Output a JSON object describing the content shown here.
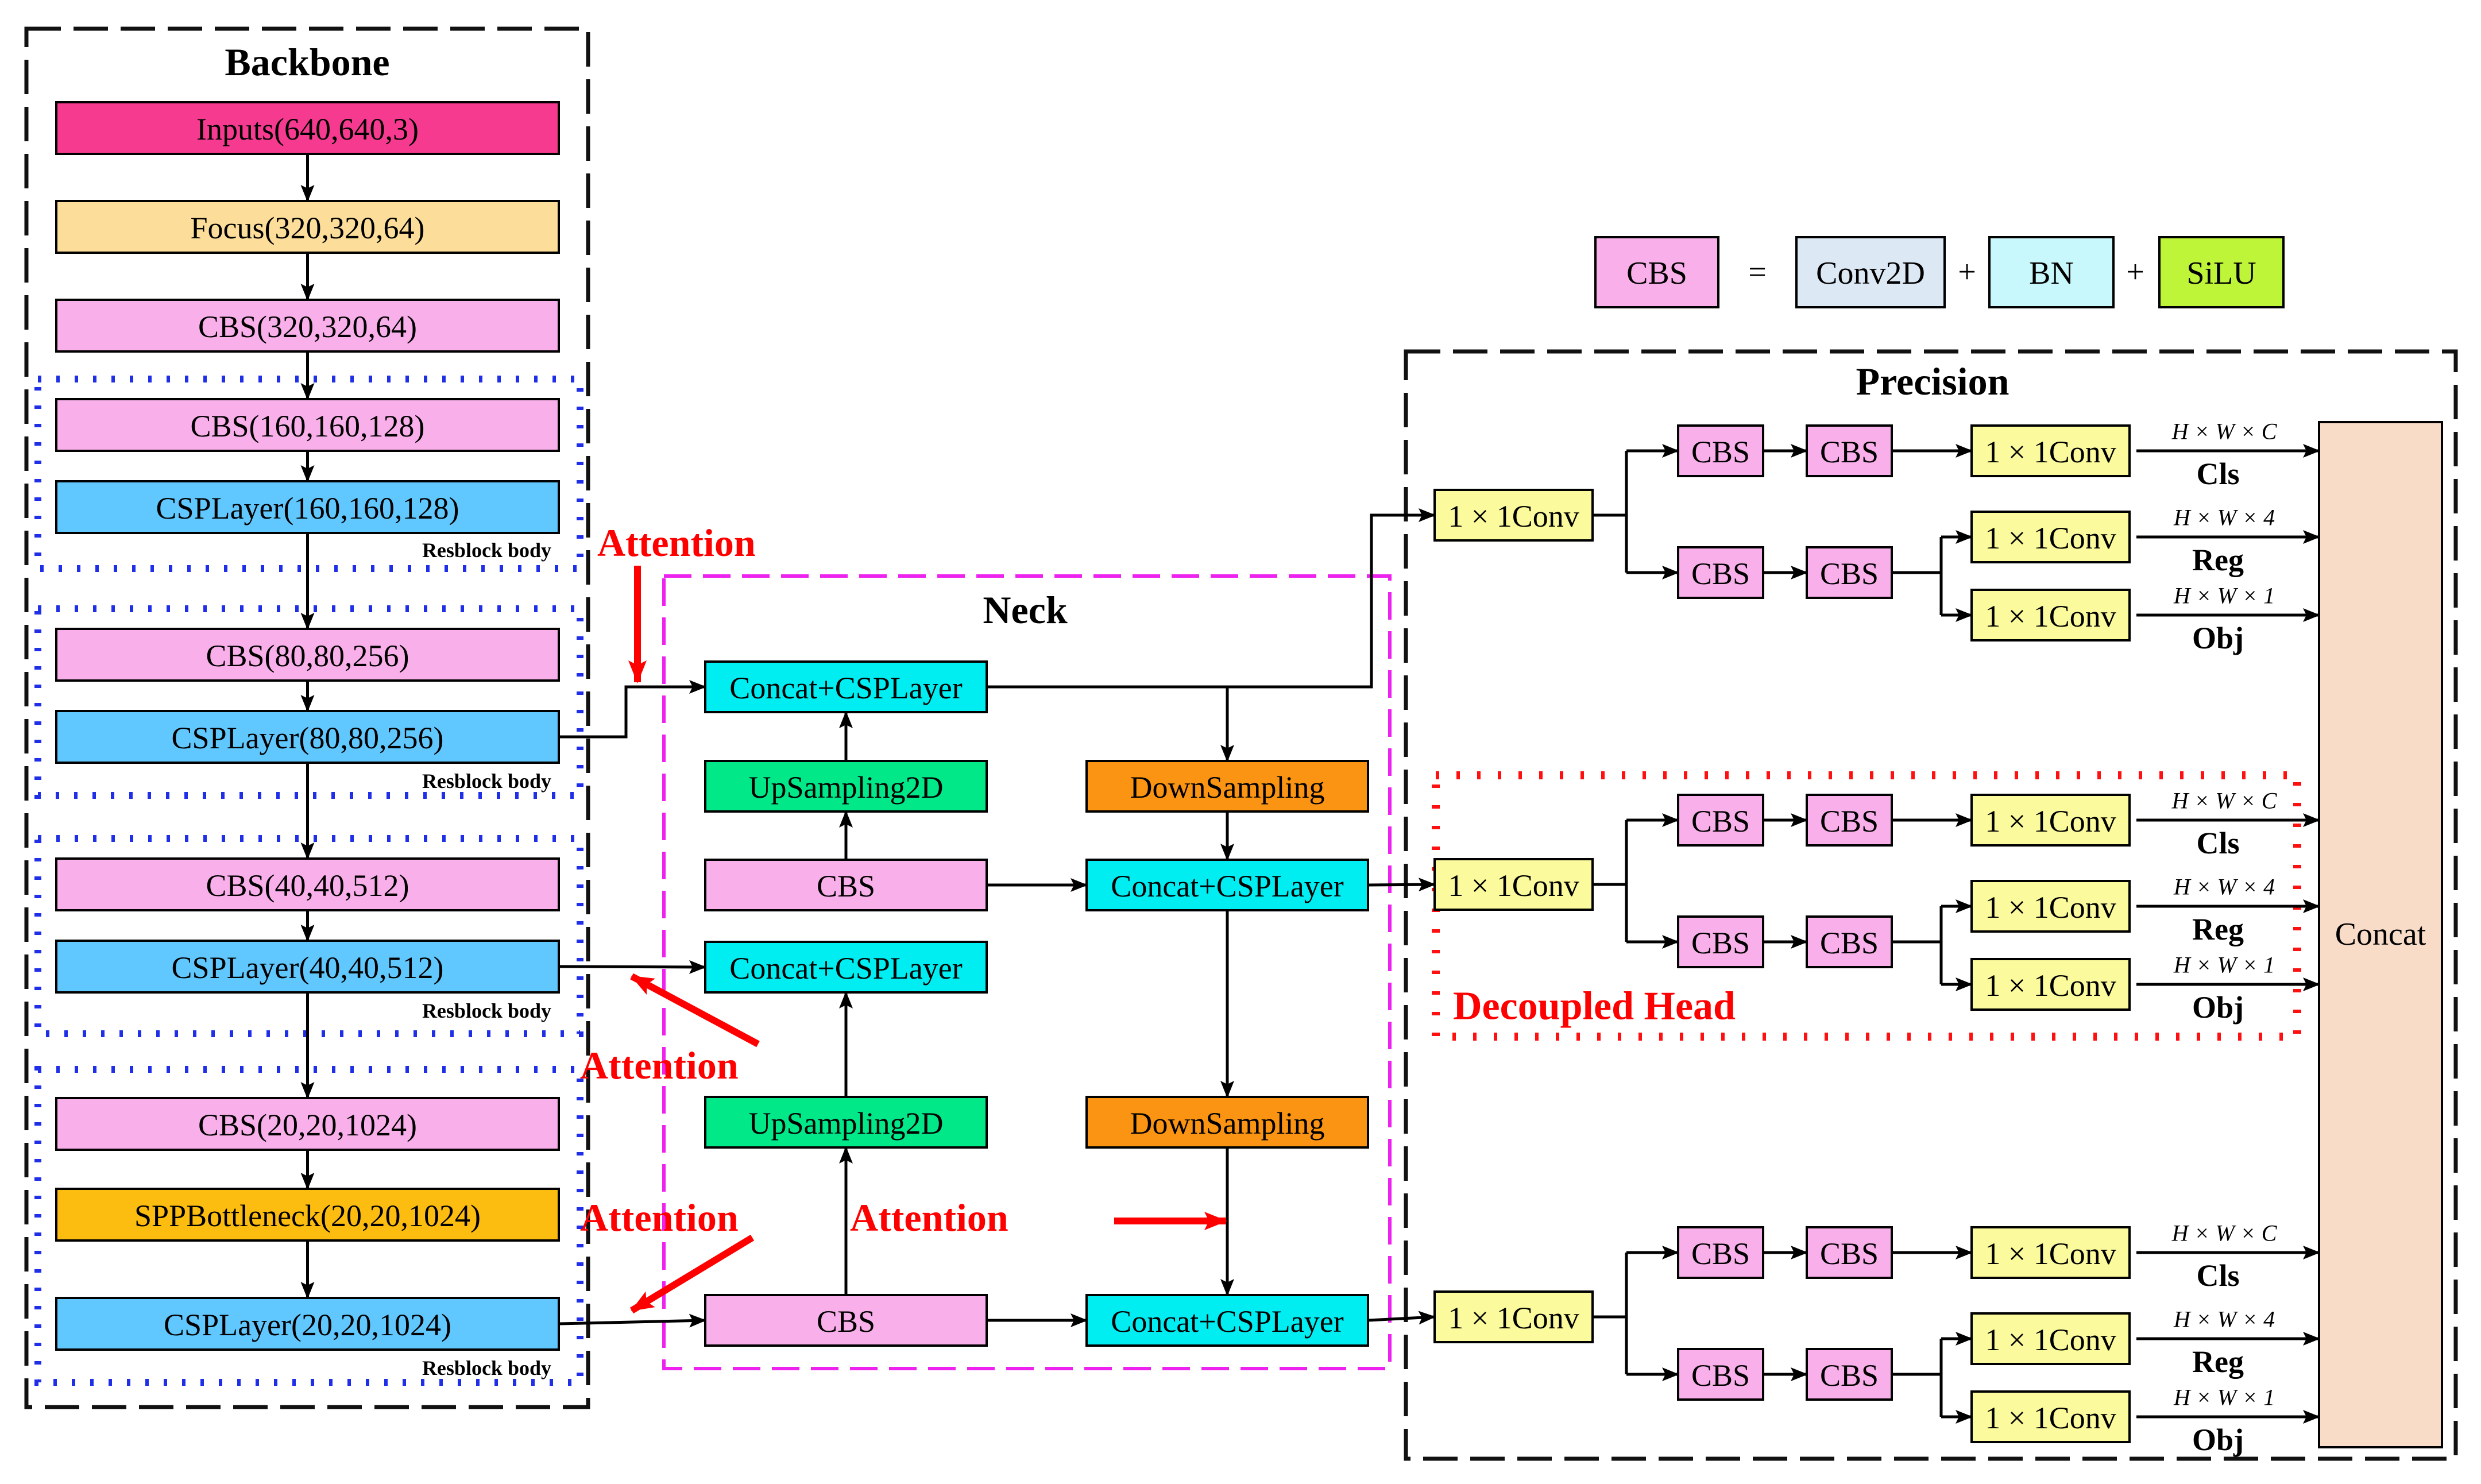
{
  "colors": {
    "inputs": "#f53a8f",
    "focus": "#fcde9a",
    "cbs": "#f9b0ea",
    "csplayer": "#61c8ff",
    "spp": "#fdbd10",
    "concat_csp": "#00eef2",
    "upsampling": "#00e888",
    "downsampling": "#fb9412",
    "conv1x1": "#fbfa9c",
    "conv2d": "#dde8f5",
    "bn": "#c8f8fb",
    "silu": "#bff538",
    "concat_out": "#f8dcc8",
    "attention": "#ff0000",
    "backbone_border": "#111111",
    "resblock_border": "#1f2fe8",
    "neck_border": "#ee22ee",
    "head_border": "#ff1010"
  },
  "backbone": {
    "title": "Backbone",
    "inputs": "Inputs(640,640,3)",
    "focus": "Focus(320,320,64)",
    "cbs0": "CBS(320,320,64)",
    "cbs1": "CBS(160,160,128)",
    "csp1": "CSPLayer(160,160,128)",
    "cbs2": "CBS(80,80,256)",
    "csp2": "CSPLayer(80,80,256)",
    "cbs3": "CBS(40,40,512)",
    "csp3": "CSPLayer(40,40,512)",
    "cbs4": "CBS(20,20,1024)",
    "spp": "SPPBottleneck(20,20,1024)",
    "csp4": "CSPLayer(20,20,1024)",
    "resblock_label": "Resblock body"
  },
  "neck": {
    "title": "Neck",
    "concat_top": "Concat+CSPLayer",
    "up_top": "UpSampling2D",
    "cbs_mid": "CBS",
    "concat_mid": "Concat+CSPLayer",
    "up_bot": "UpSampling2D",
    "cbs_bot": "CBS",
    "down_top": "DownSampling",
    "concat_right_mid": "Concat+CSPLayer",
    "down_bot": "DownSampling",
    "concat_right_bot": "Concat+CSPLayer"
  },
  "attention_label": "Attention",
  "legend": {
    "cbs": "CBS",
    "equals": "=",
    "conv2d": "Conv2D",
    "plus": "+",
    "bn": "BN",
    "silu": "SiLU"
  },
  "head": {
    "title": "Precision",
    "decoupled_label": "Decoupled Head",
    "conv": "1 × 1Conv",
    "cbs": "CBS",
    "concat": "Concat",
    "cls_dim": "H × W × C",
    "reg_dim": "H × W × 4",
    "obj_dim": "H × W × 1",
    "cls": "Cls",
    "reg": "Reg",
    "obj": "Obj"
  }
}
